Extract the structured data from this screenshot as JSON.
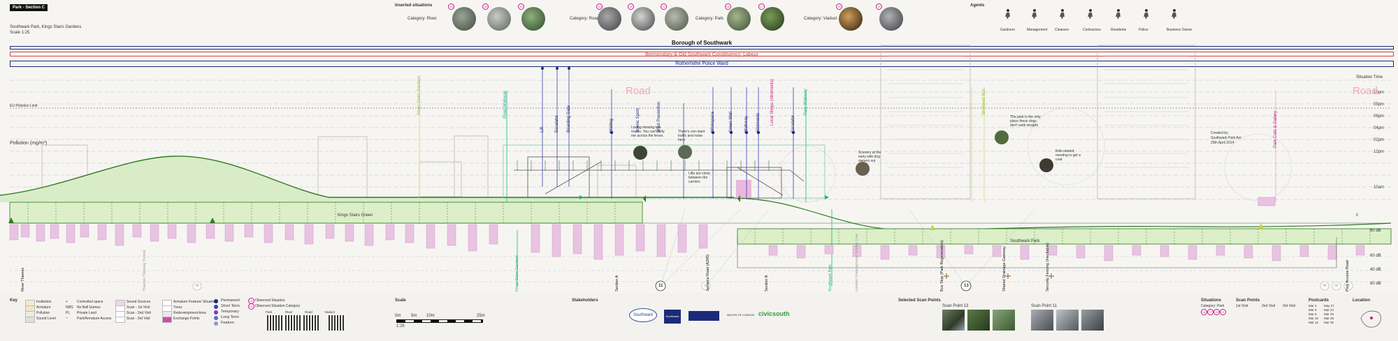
{
  "header": {
    "badge": "Park - Section C",
    "project": "Southwark Park, Kings Stairs Gardens",
    "scale_text": "Scale 1:25"
  },
  "inserted": {
    "title": "Inserted situations",
    "categories": [
      "Category: River",
      "Category: Road",
      "Category: Park",
      "Category: Viaduct"
    ]
  },
  "agents": {
    "title": "Agents",
    "items": [
      "Gardners",
      "Management",
      "Cleaners",
      "Contractors",
      "Residents",
      "Police",
      "Business Owner"
    ]
  },
  "bands": {
    "borough": "Borough of Southwark",
    "constituency": "Bermondsey & Old Southwark Constituency: Labour",
    "ward": "Rotherhithe Police Ward"
  },
  "situation_time": {
    "title": "Situation Time",
    "labels": [
      "10pm",
      "08pm",
      "06pm",
      "04pm",
      "02pm",
      "12pm",
      "10am"
    ]
  },
  "db_labels": [
    "80 dB",
    "60 dB",
    "40 dB",
    "80 dB"
  ],
  "axis_labels": {
    "pollution_limit": "EU Pollution Limit",
    "pollution": "Pollution (mg/m³)",
    "zero": "0"
  },
  "places": {
    "green1": "Kings Stairs Green",
    "green2": "Southwark Park",
    "road_big1": "Road",
    "road_big2": "Road"
  },
  "features_top": [
    "Kings Stairs Gardens",
    "Road Walkway",
    "Lift",
    "Escalator",
    "Boarding Gate",
    "Waiting",
    "Scenic Spots",
    "Wind Prevention",
    "Workspace",
    "Green Wall",
    "Walkway",
    "Allotments",
    "Local Shops (Allotments)",
    "Escalator",
    "Park Walkway",
    "Sheltered Bus",
    "Park Cafe & Gallery"
  ],
  "bottom_labels": [
    "River Thames",
    "Thames Tideway Tunnel",
    "Kings Stairs Gardens",
    "Section A",
    "Jamaica Road (A200)",
    "Section B",
    "Southwark Park",
    "London Underground Jubilee Line",
    "Bus Stop (Park Regeneration)",
    "Shared Drainage Gateway",
    "Security Fencing (Inevitable)",
    "Park Access Road"
  ],
  "bottom_numbers": [
    "38",
    "11",
    "28",
    "13",
    "34",
    "35",
    "36"
  ],
  "quotes": [
    "Loving missing bus routes. You can't defy me across the fence.",
    "There's con-stant traffic and noise here",
    "Lifts are close between the carriers",
    "Scenery at the early with dog owners out",
    "The park is the only place these dogs don't walk straight",
    "Kids started meeting to get a coat"
  ],
  "created": {
    "line1": "Created by:",
    "line2": "Southwark Park Act",
    "line3": "29th April 2014"
  },
  "key": {
    "title": "Key",
    "col1": [
      "Institution",
      "Armature",
      "Pollution",
      "Sound Level"
    ],
    "col2": [
      "Controlled space",
      "No Ball Games",
      "Private Land",
      "Park/Armature Access"
    ],
    "col2_codes": [
      "+",
      "NBG",
      "PL",
      "~"
    ],
    "col3": [
      "Sound Sources",
      "Scan - 1st Visit",
      "Scan - 2nd Visit",
      "Scan - 3rd Visit"
    ],
    "col4": [
      "Armature Feature/ Situation",
      "Trees",
      "Redevelopment Area",
      "Exchange Points"
    ],
    "col5": [
      "Permanent",
      "Short Term",
      "Temporary",
      "Long Term",
      "Feature"
    ],
    "col5_colors": [
      "#1f2a6b",
      "#3b3fb0",
      "#7b3fb0",
      "#5a6cbf",
      "#8aa0c0"
    ],
    "col6": [
      "Observed Situation",
      "Observed Situation Category"
    ],
    "col6_sub": [
      "Park",
      "River",
      "Road",
      "Viaduct"
    ]
  },
  "scale_bar": {
    "title": "Scale",
    "ticks": [
      "0m",
      "5m",
      "10m",
      "25m"
    ],
    "ratio": "1:25"
  },
  "stakeholders": {
    "title": "Stakeholders",
    "logos": [
      "Southwark",
      "Southwark Council",
      "MAYOR OF LONDON",
      "civicsouth"
    ]
  },
  "selected_scans": {
    "title": "Selected Scan Points",
    "scan1": "Scan Point 13",
    "scan2": "Scan Point 11"
  },
  "situations_box": {
    "title": "Situations",
    "category": "Category: Park"
  },
  "scan_points_box": {
    "title": "Scan Points",
    "v1": "1st Visit",
    "v2": "2nd Visit",
    "v3": "3rd Visit"
  },
  "postcards": {
    "title": "Postcards",
    "dates": [
      "Mar 4",
      "Mar 6",
      "Mar 8",
      "Mar 10",
      "Mar 12",
      "May 27",
      "Mar 24",
      "Mar 26",
      "Mar 28",
      "Mar 30"
    ]
  },
  "location": {
    "title": "Location"
  },
  "colors": {
    "green": "#2f7a1f",
    "magenta": "#c2187a",
    "navy": "#1c2a7a",
    "teal": "#19b28c",
    "pink_bar": "#e9c3e2"
  }
}
